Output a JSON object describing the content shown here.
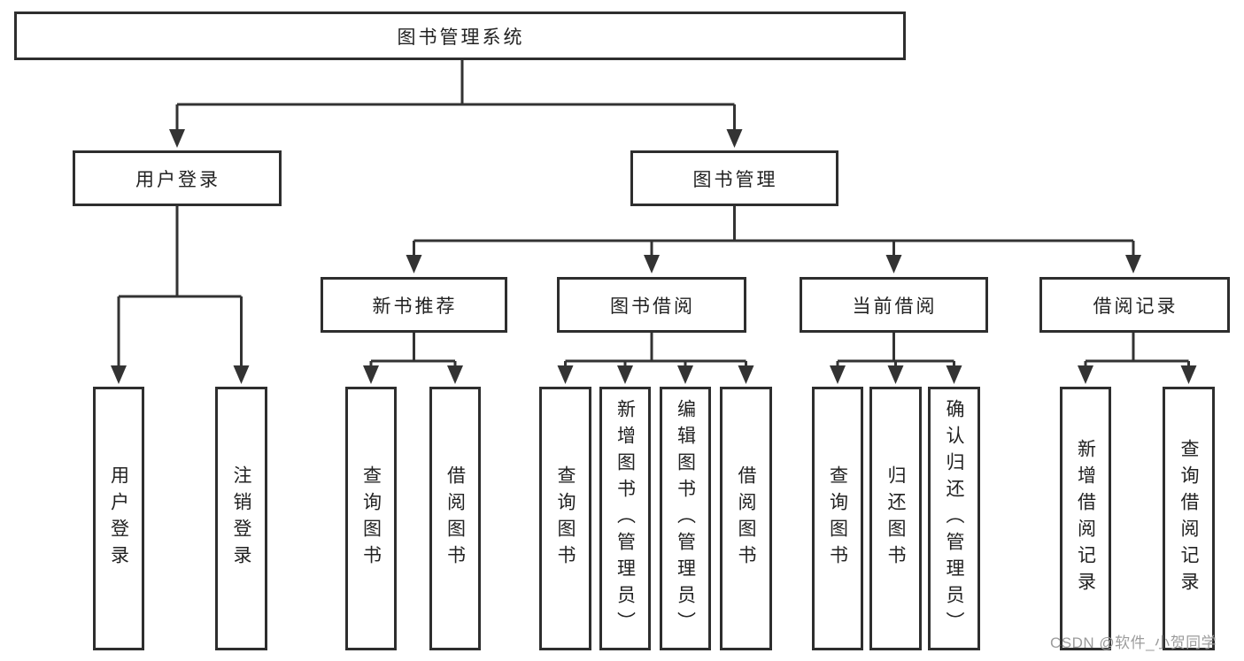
{
  "nodes": {
    "root": "图书管理系统",
    "l2_user_login": "用户登录",
    "l2_book_mgmt": "图书管理",
    "l3_new_book_rec": "新书推荐",
    "l3_book_borrow": "图书借阅",
    "l3_current_borrow": "当前借阅",
    "l3_borrow_records": "借阅记录",
    "leaf_user_login": "用户登录",
    "leaf_logout": "注销登录",
    "leaf_rec_query_books": "查询图书",
    "leaf_rec_borrow_books": "借阅图书",
    "leaf_bb_query_books": "查询图书",
    "leaf_bb_add_books": "新增图书（管理员）",
    "leaf_bb_edit_books": "编辑图书（管理员）",
    "leaf_bb_borrow_books": "借阅图书",
    "leaf_cb_query_books": "查询图书",
    "leaf_cb_return_books": "归还图书",
    "leaf_cb_confirm_return": "确认归还（管理员）",
    "leaf_br_add_record": "新增借阅记录",
    "leaf_br_query_record": "查询借阅记录"
  },
  "watermark": "CSDN @软件_小贺同学",
  "colors": {
    "line": "#333333",
    "box_border": "#2e2e2e",
    "text": "#222222",
    "watermark": "#9c9c9c",
    "background": "#ffffff"
  }
}
